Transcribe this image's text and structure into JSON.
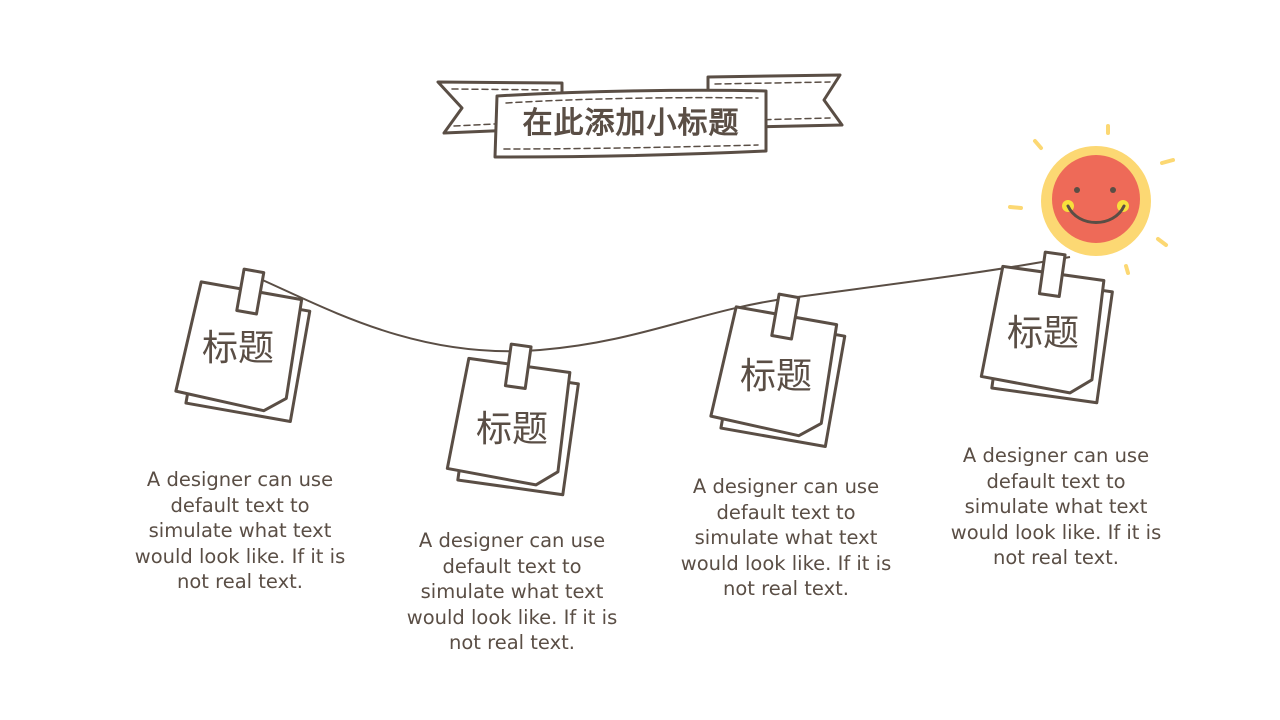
{
  "banner": {
    "title": "在此添加小标题"
  },
  "cards": [
    {
      "title": "标题",
      "text": "A designer can use default text to simulate what text would look like. If it is not real text."
    },
    {
      "title": "标题",
      "text": "A designer can use default text to simulate what text would look like. If it is not real text."
    },
    {
      "title": "标题",
      "text": "A designer can use default text to simulate what text would look like. If it is not real text."
    },
    {
      "title": "标题",
      "text": "A designer can use default text to simulate what text would look like. If it is not real text."
    }
  ],
  "colors": {
    "ink": "#5a4e45",
    "sun_face": "#ee6a58",
    "sun_ring": "#fcd873",
    "sun_ray": "#fcd873",
    "sun_cheek": "#f7e03c",
    "paper": "#ffffff"
  },
  "icons": {
    "banner": "ribbon-banner-icon",
    "sun": "smiling-sun-icon",
    "note": "sticky-note-icon"
  }
}
